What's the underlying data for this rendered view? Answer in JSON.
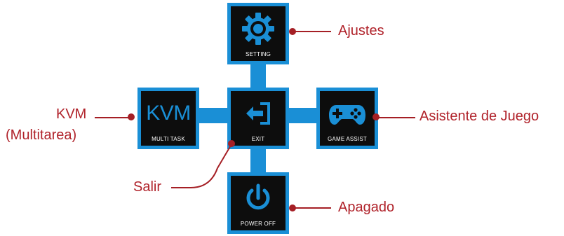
{
  "menu": {
    "setting": {
      "caption": "SETTING",
      "icon": "gear-icon"
    },
    "multitask": {
      "caption": "MULTI TASK",
      "title": "KVM",
      "icon": "kvm-text-icon"
    },
    "exit": {
      "caption": "EXIT",
      "icon": "exit-icon"
    },
    "game_assist": {
      "caption": "GAME ASSIST",
      "icon": "gamepad-icon"
    },
    "power_off": {
      "caption": "POWER OFF",
      "icon": "power-icon"
    }
  },
  "callouts": {
    "setting": "Ajustes",
    "multitask_line1": "KVM",
    "multitask_line2": "(Multitarea)",
    "exit": "Salir",
    "game_assist": "Asistente de Juego",
    "power_off": "Apagado"
  },
  "colors": {
    "accent": "#1a8fd6",
    "tile": "#0d0d0d",
    "callout": "#a51f25",
    "caption": "#ffffff"
  }
}
